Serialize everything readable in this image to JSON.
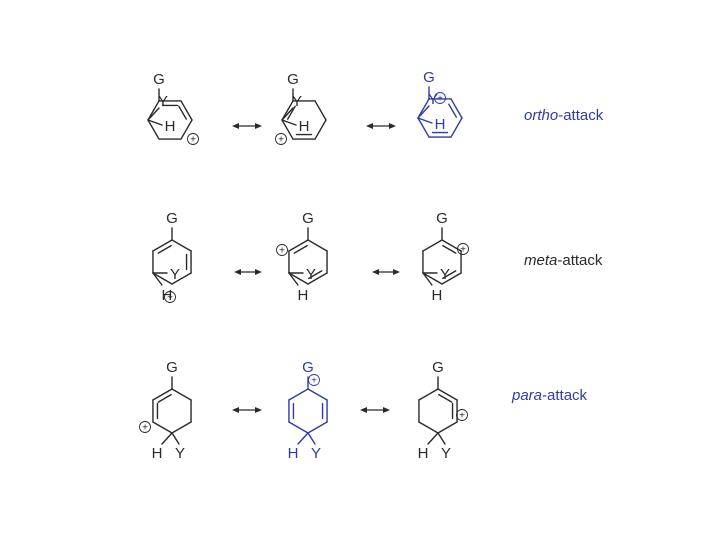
{
  "colors": {
    "black": "#2a2a2a",
    "blue": "#2f3aa5"
  },
  "labels": {
    "ortho": {
      "prefix": "ortho",
      "suffix": "-attack"
    },
    "meta": {
      "prefix": "meta",
      "suffix": "-attack"
    },
    "para": {
      "prefix": "para",
      "suffix": "-attack"
    }
  },
  "atoms": {
    "substituent": "G",
    "electrophile": "Y",
    "hydrogen": "H",
    "charge": "+"
  },
  "arrow_icon": "resonance-double-headed-arrow"
}
